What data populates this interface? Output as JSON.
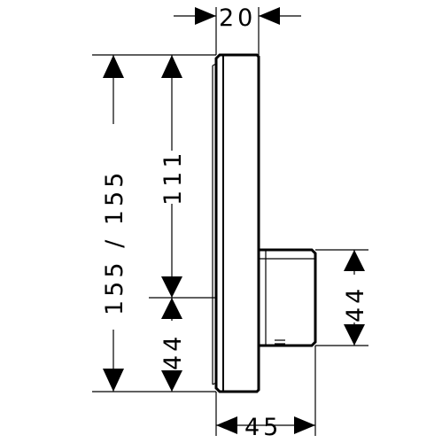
{
  "dimensions": {
    "top_width": "20",
    "bottom_width": "45",
    "overall_height": "155 / 155",
    "upper_height": "111",
    "lower_left_height": "44",
    "right_height": "44"
  }
}
